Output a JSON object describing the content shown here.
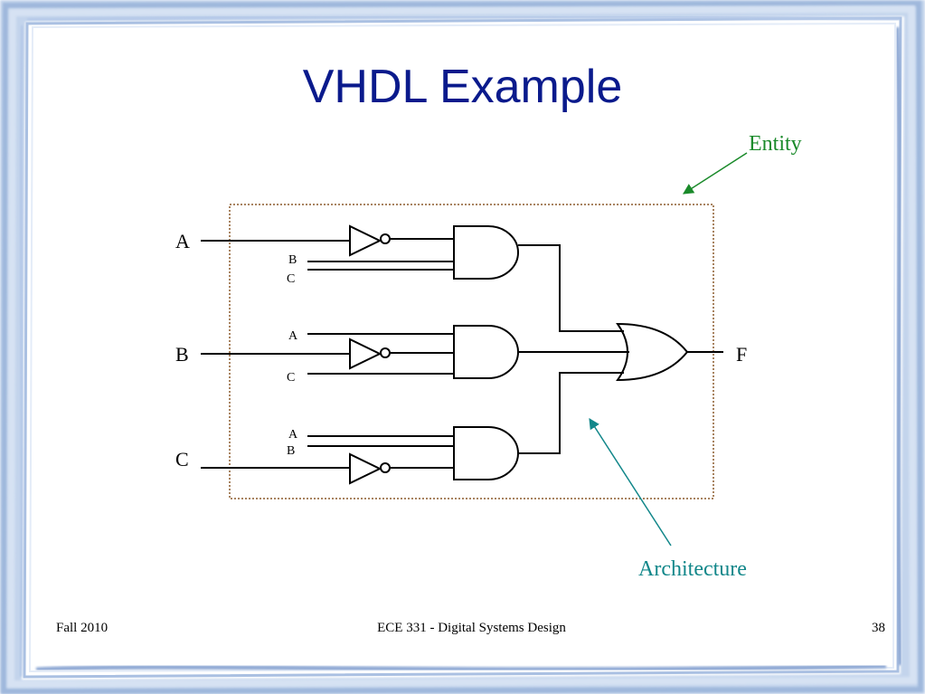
{
  "slide": {
    "title": "VHDL Example",
    "footer_left": "Fall 2010",
    "footer_center": "ECE 331 - Digital Systems Design",
    "page_number": "38"
  },
  "diagram": {
    "inputs": [
      "A",
      "B",
      "C"
    ],
    "output": "F",
    "gate1_labels": [
      "B",
      "C"
    ],
    "gate2_labels": [
      "A",
      "C"
    ],
    "gate3_labels": [
      "A",
      "B"
    ],
    "entity_label": "Entity",
    "architecture_label": "Architecture"
  },
  "colors": {
    "title": "#0a1a8c",
    "entity_arrow": "#1a8a2a",
    "architecture_arrow": "#12878a",
    "entity_box": "#8b5a2b",
    "frame_blue": "#b9cde8"
  }
}
